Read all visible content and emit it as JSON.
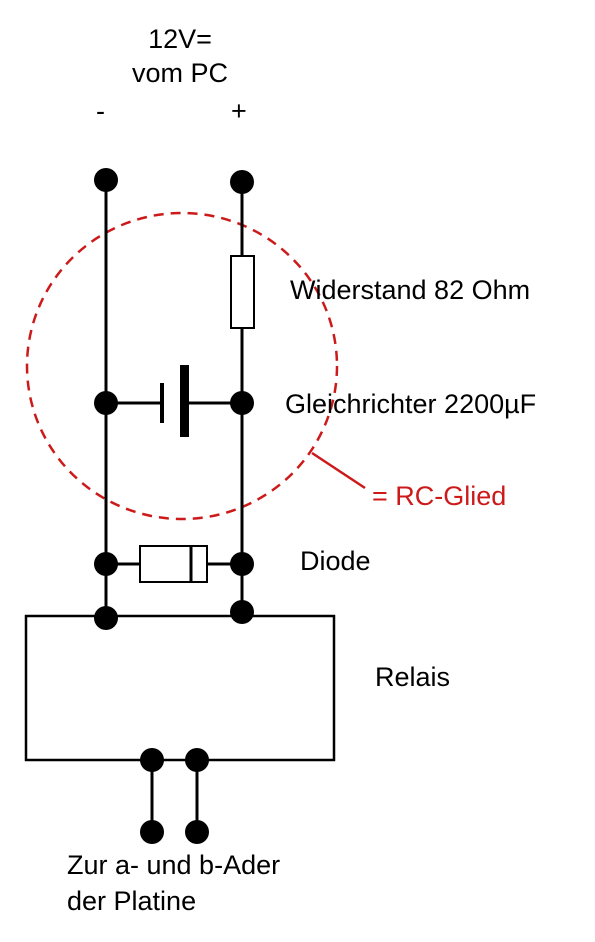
{
  "supply": {
    "voltage": "12V=",
    "source": "vom PC",
    "minus": "-",
    "plus": "+"
  },
  "components": {
    "resistor": "Widerstand 82 Ohm",
    "capacitor": "Gleichrichter 2200µF",
    "rc_group": "= RC-Glied",
    "diode": "Diode",
    "relay": "Relais"
  },
  "output": {
    "line1": "Zur a- und b-Ader",
    "line2": "der Platine"
  },
  "colors": {
    "wire": "#000000",
    "rc_group": "#cc1a1a"
  }
}
